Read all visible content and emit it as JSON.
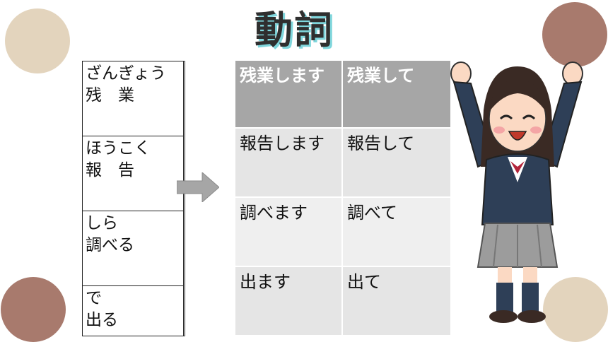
{
  "title": "動詞",
  "vocab": [
    {
      "reading": "ざんぎょう",
      "kanji": "残　業"
    },
    {
      "reading": "ほうこく",
      "kanji": "報　告"
    },
    {
      "reading": "しら",
      "kanji": "調べる"
    },
    {
      "reading": "で",
      "kanji": "出る"
    }
  ],
  "table": {
    "header": [
      "残業します",
      "残業して"
    ],
    "rows": [
      [
        "報告します",
        "報告して"
      ],
      [
        "調べます",
        "調べて"
      ],
      [
        "出ます",
        "出て"
      ]
    ]
  },
  "colors": {
    "circle_beige": "#e3d4bd",
    "circle_brown": "#a87a6d",
    "header_gray": "#a6a6a6",
    "title_shadow": "#7fd6dc"
  },
  "icons": [
    "right-arrow-icon",
    "student-girl-illustration"
  ]
}
